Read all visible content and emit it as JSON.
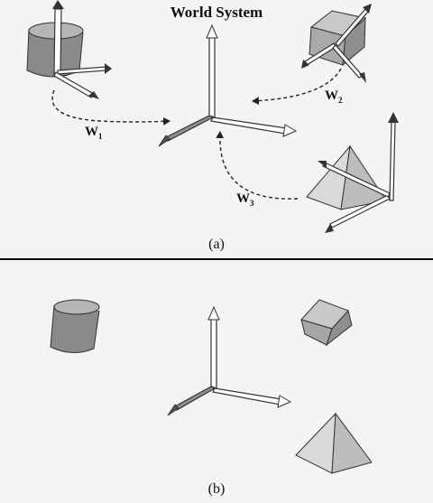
{
  "panel_a": {
    "title": "World System",
    "caption": "(a)",
    "labels": {
      "w1": {
        "letter": "W",
        "sub": "1"
      },
      "w2": {
        "letter": "W",
        "sub": "2"
      },
      "w3": {
        "letter": "W",
        "sub": "3"
      }
    }
  },
  "panel_b": {
    "caption": "(b)"
  },
  "colors": {
    "background": "#f4f4f4",
    "shape_dark": "#8c8c8c",
    "shape_light": "#d4d4d4",
    "line": "#222222",
    "divider": "#000000"
  }
}
